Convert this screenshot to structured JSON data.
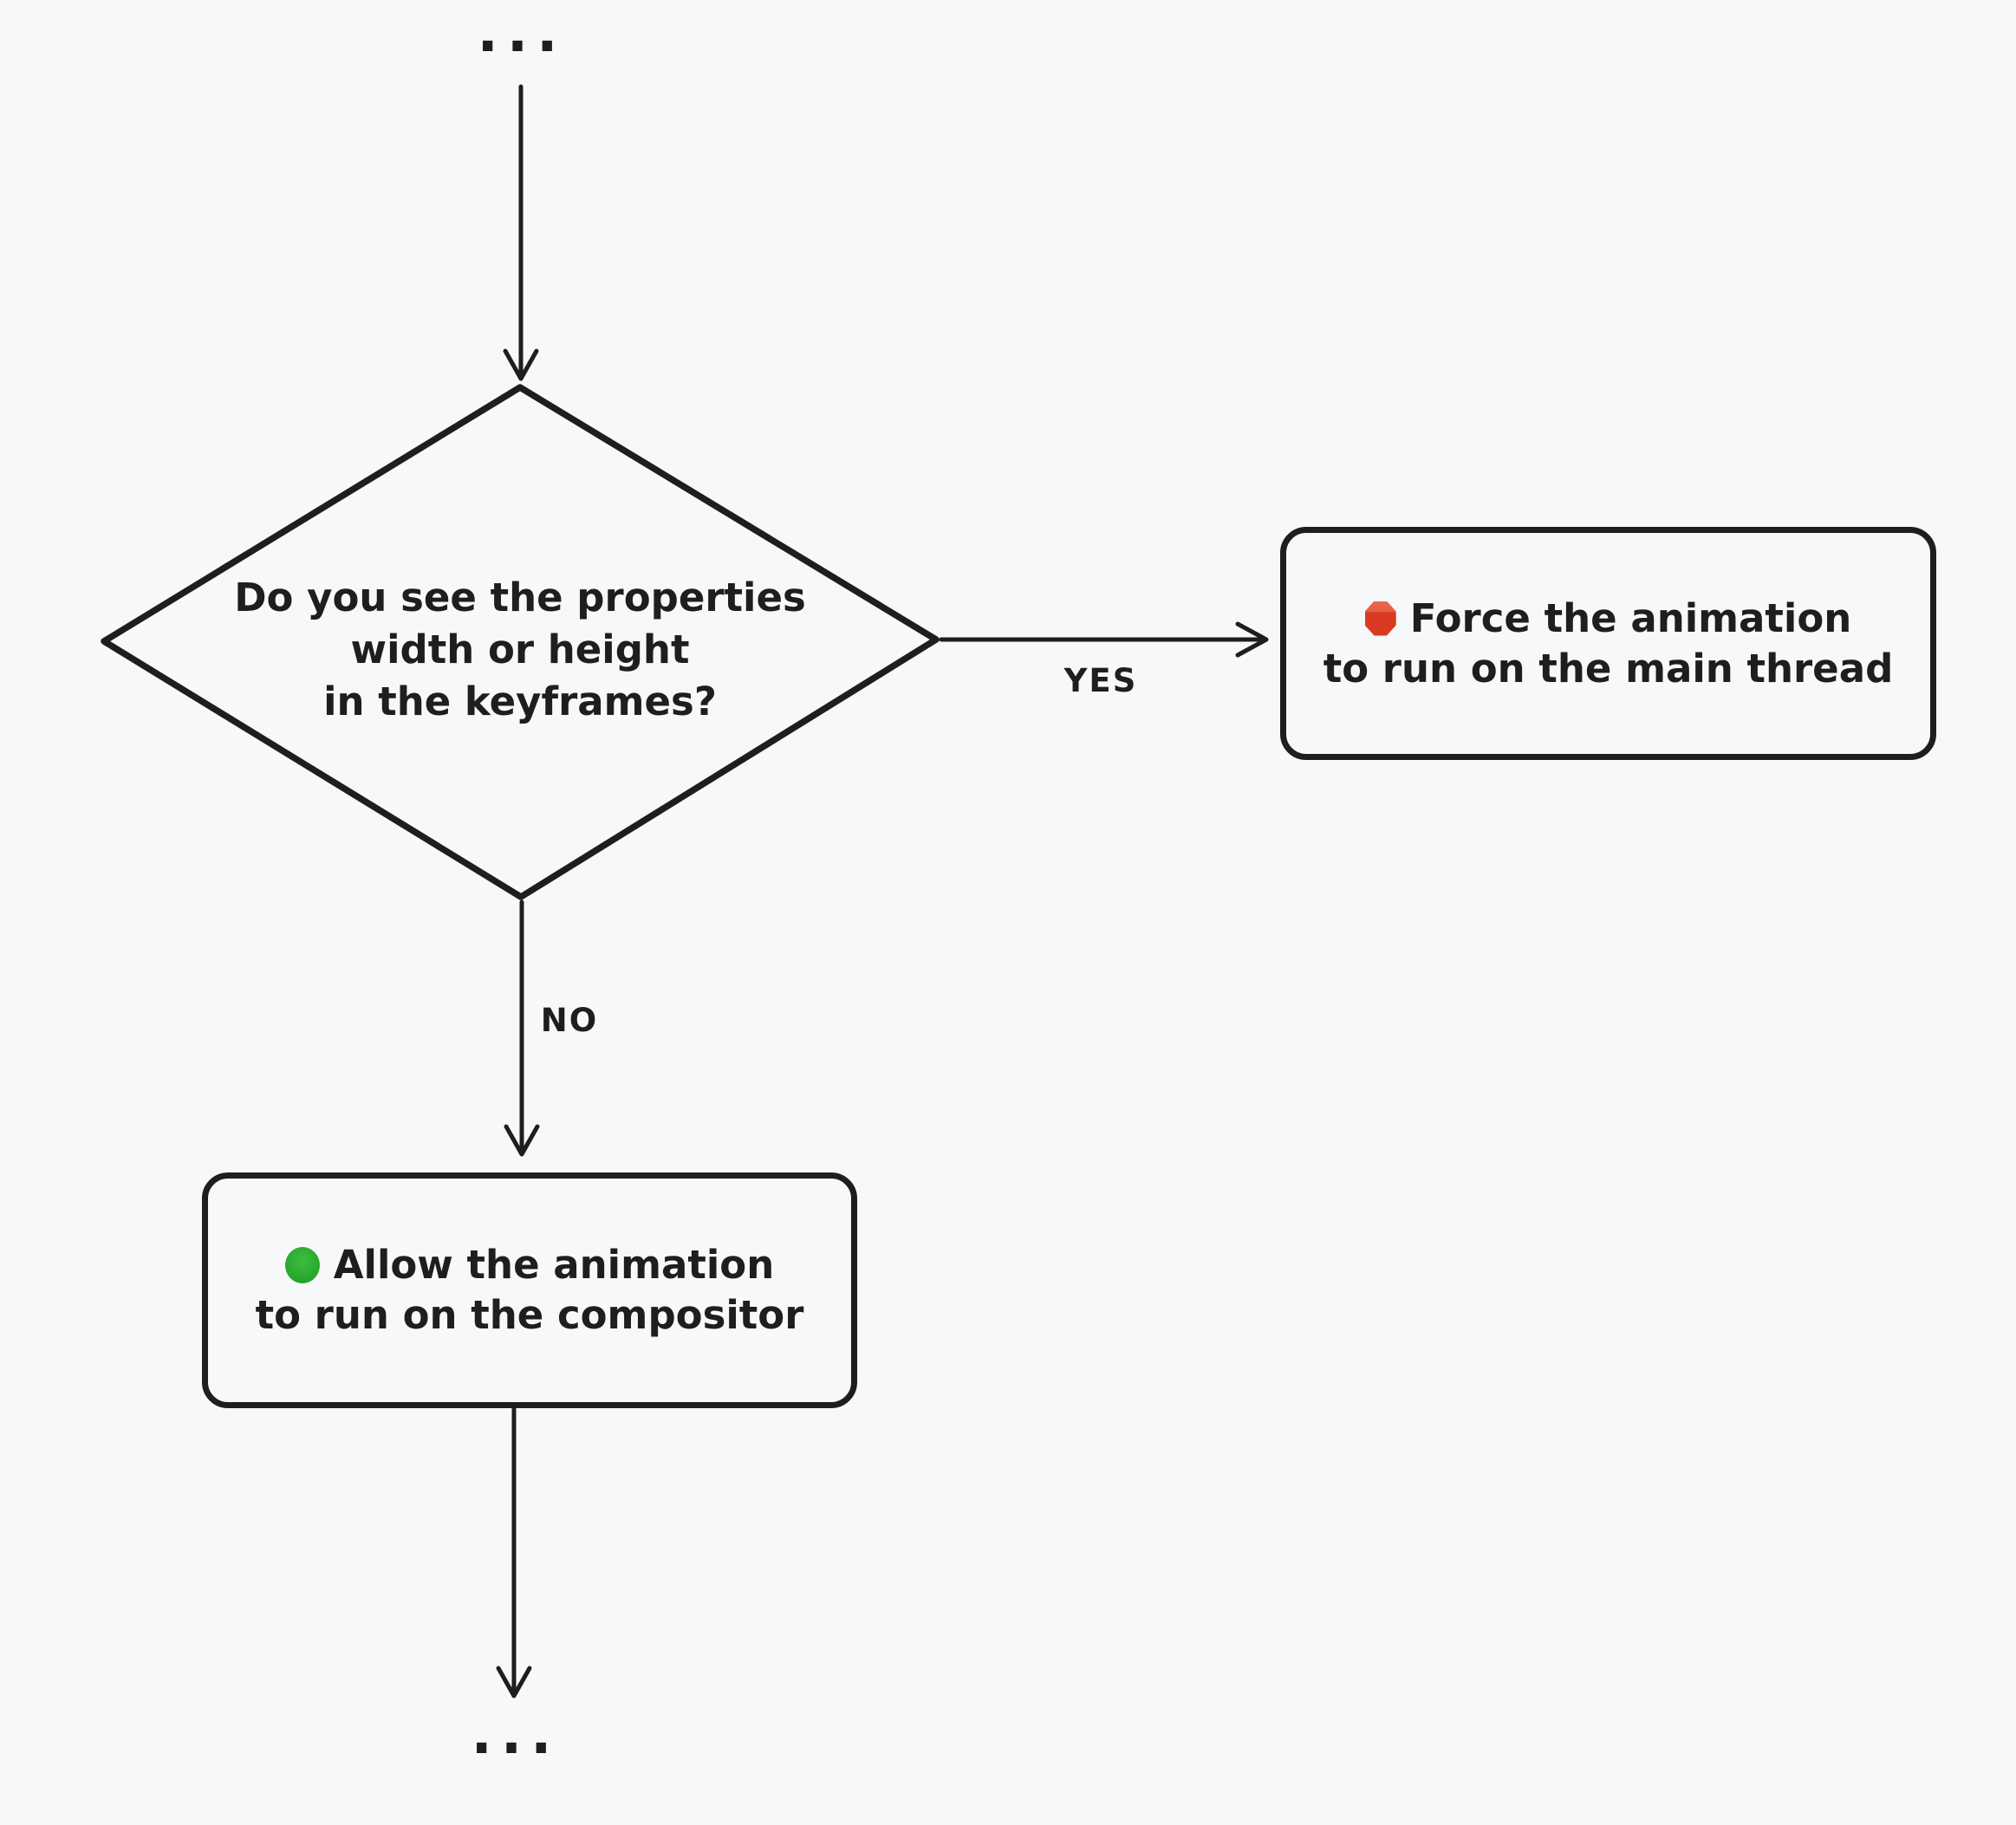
{
  "canvas": {
    "background_color": "#f7f8fa",
    "stroke_color": "#1e1e1e"
  },
  "flow": {
    "incoming_ellipsis": "...",
    "outgoing_ellipsis": "...",
    "decision": {
      "line1": "Do you see the properties",
      "line2": "width or height",
      "line3": "in the keyframes?"
    },
    "branches": {
      "yes_label": "YES",
      "no_label": "NO"
    },
    "force_main_thread": {
      "icon": "stop-sign-icon",
      "icon_color": "#d93b22",
      "line1": "Force the animation",
      "line2": "to run on the main thread"
    },
    "allow_compositor": {
      "icon": "green-circle-icon",
      "icon_color": "#27a82d",
      "line1": "Allow the animation",
      "line2": "to run on the compositor"
    }
  }
}
